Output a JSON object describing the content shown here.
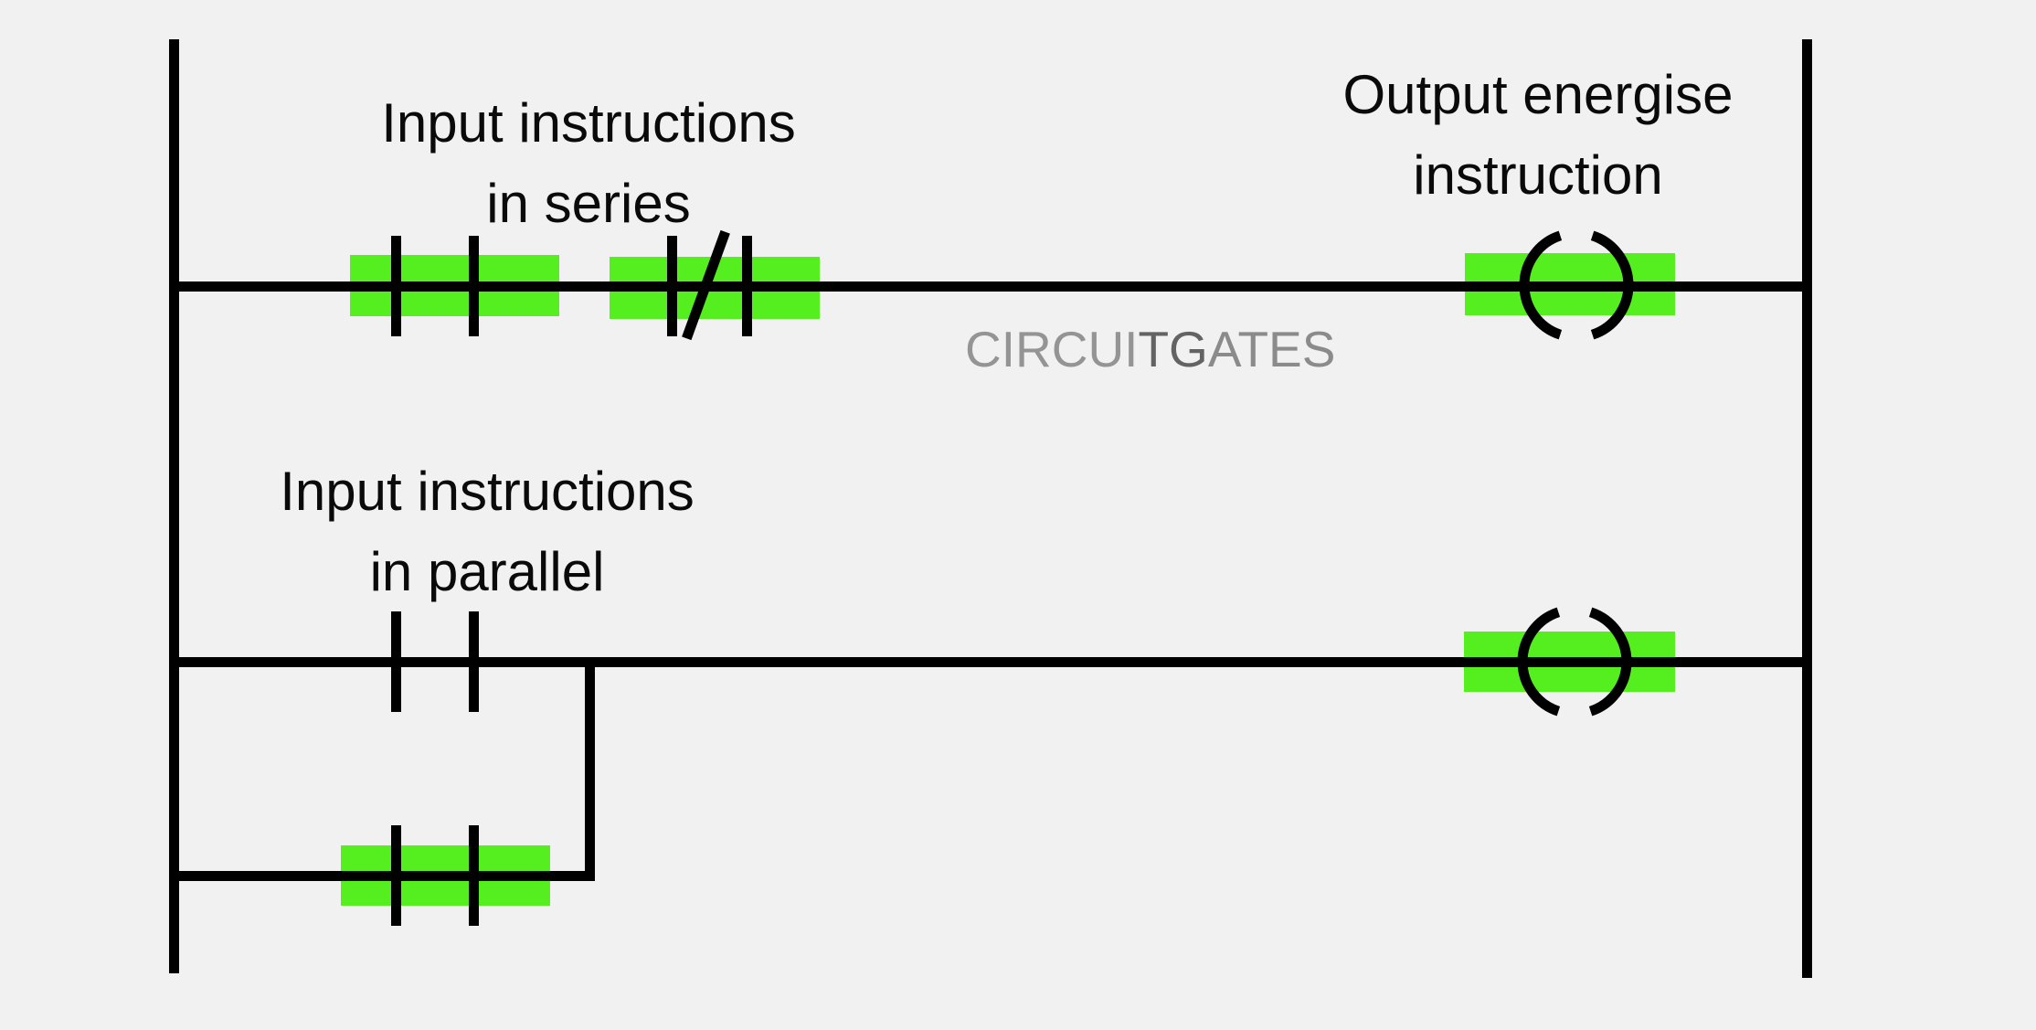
{
  "labels": {
    "series_line1": "Input instructions",
    "series_line2": "in series",
    "output_line1": "Output energise",
    "output_line2": "instruction",
    "parallel_line1": "Input instructions",
    "parallel_line2": "in parallel"
  },
  "watermark": {
    "part1": "CIRCUI",
    "part2": "TG",
    "part3": "ATES"
  },
  "colors": {
    "background": "#f1f1f1",
    "line": "#000000",
    "highlight": "#55ee1e",
    "watermark_light": "#949494",
    "watermark_dark": "#636363",
    "watermark_mid": "#8b8b8b"
  }
}
